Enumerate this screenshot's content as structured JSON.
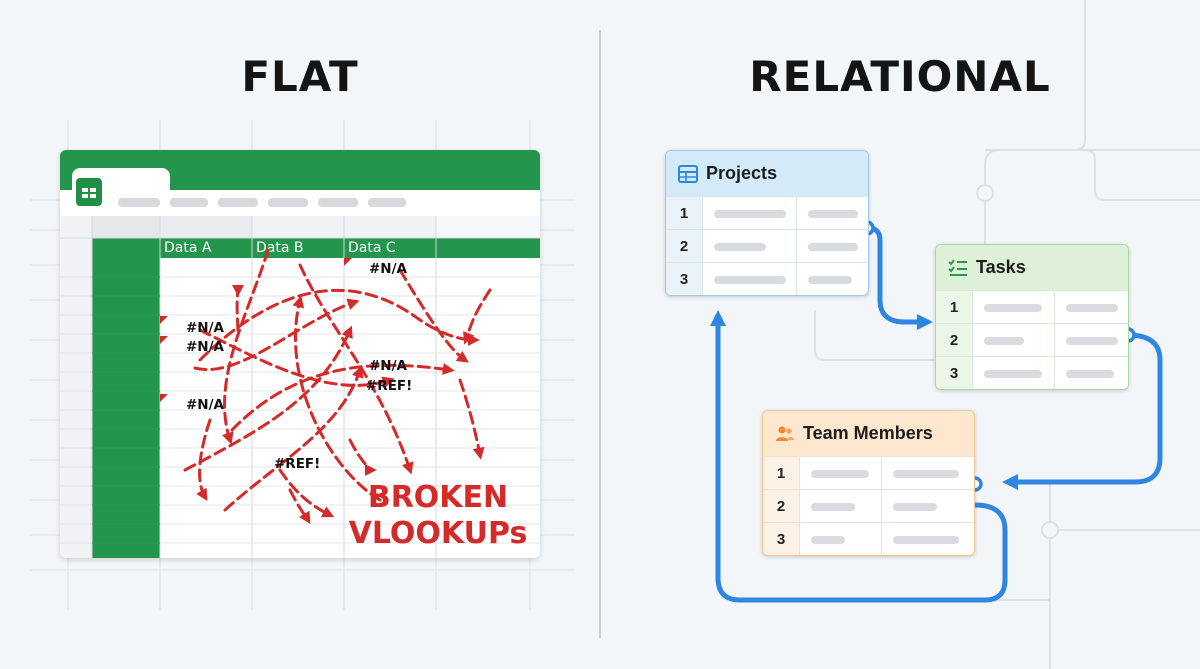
{
  "headings": {
    "left": "FLAT",
    "right": "RELATIONAL"
  },
  "spreadsheet": {
    "columns": [
      "Data A",
      "Data B",
      "Data C"
    ],
    "errors": [
      "#N/A",
      "#N/A",
      "#N/A",
      "#N/A",
      "#REF!",
      "#N/A",
      "#REF!"
    ],
    "caption_line1": "BROKEN",
    "caption_line2": "VLOOKUPs"
  },
  "tables": {
    "projects": {
      "title": "Projects",
      "icon": "table-icon",
      "rows": [
        "1",
        "2",
        "3"
      ]
    },
    "tasks": {
      "title": "Tasks",
      "icon": "checklist-icon",
      "rows": [
        "1",
        "2",
        "3"
      ]
    },
    "team_members": {
      "title": "Team Members",
      "icon": "people-icon",
      "rows": [
        "1",
        "2",
        "3"
      ]
    }
  },
  "colors": {
    "sheet_green": "#23954d",
    "error_red": "#d42a2a",
    "link_blue": "#2f86e0",
    "projects_header": "#d3ebf9",
    "tasks_header": "#ddf1d9",
    "team_header": "#fde8cf"
  }
}
